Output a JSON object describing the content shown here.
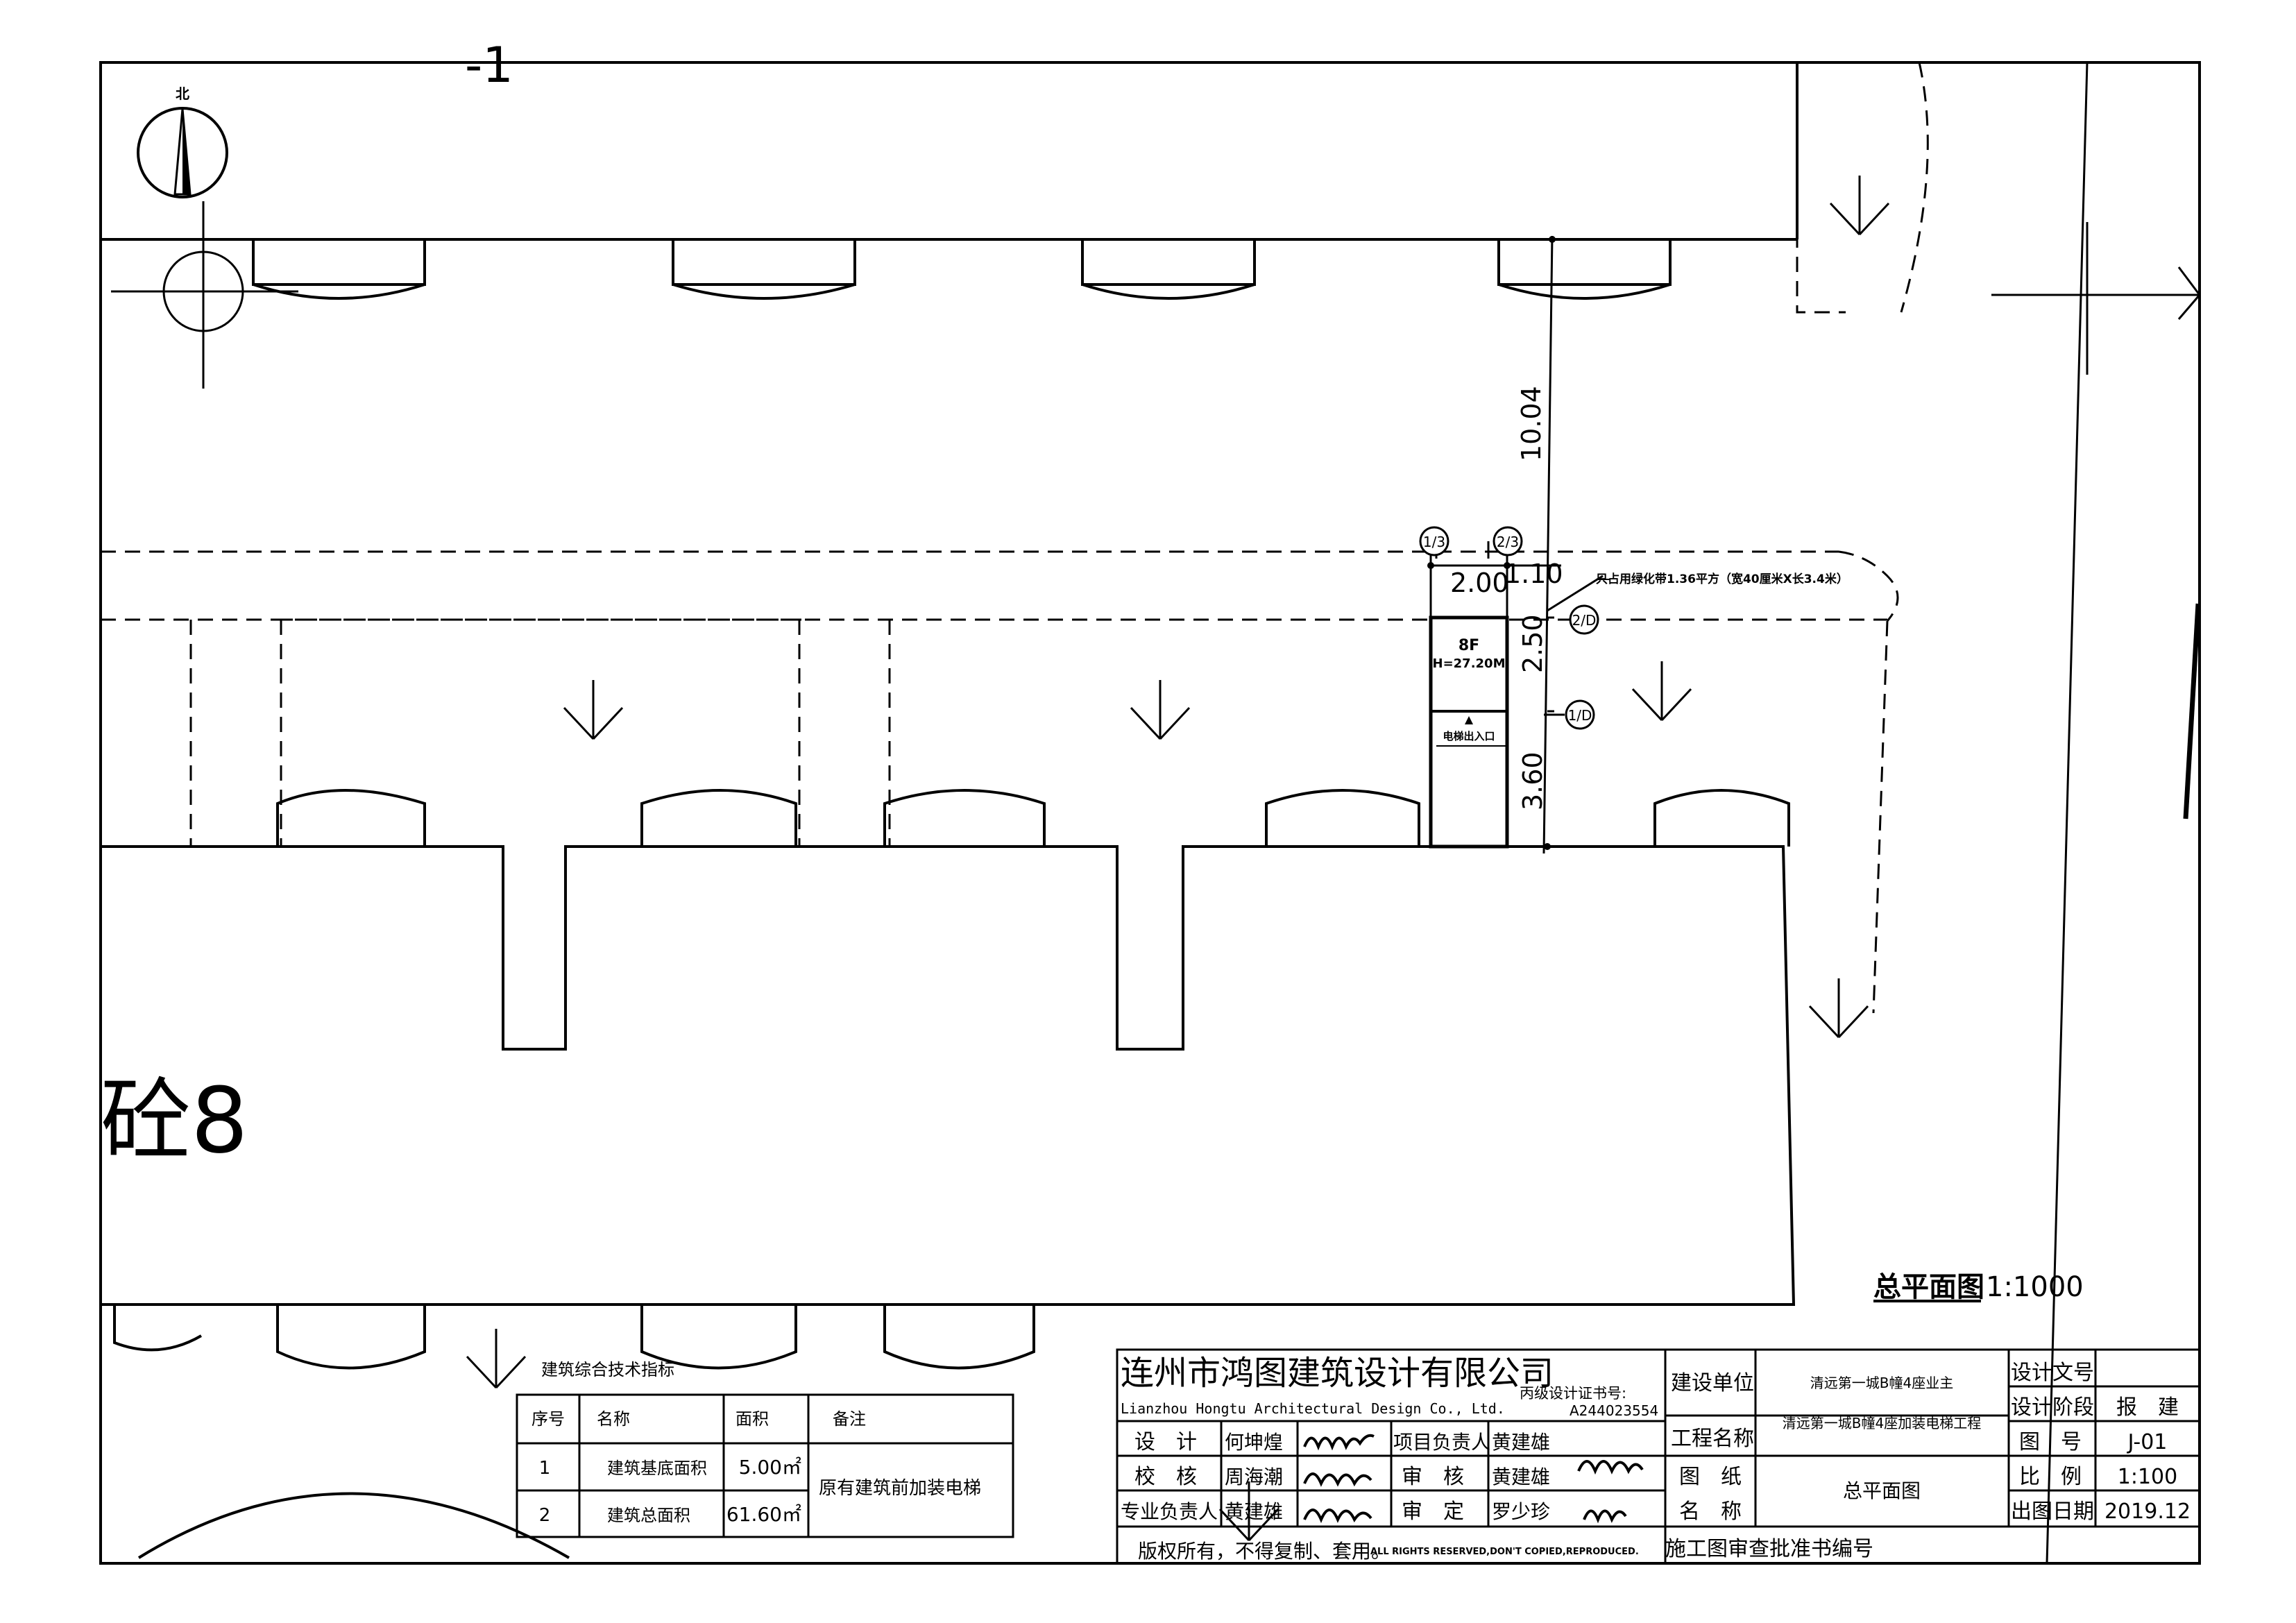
{
  "north_label": "北",
  "dims": {
    "d1004": "10.04",
    "d200": "2.00",
    "d110": "1.10",
    "d250": "2.50",
    "d360": "3.60"
  },
  "axes": {
    "a13": "1/3",
    "a23": "2/3",
    "a2d": "2/D",
    "a1d": "1/D"
  },
  "note": "只占用绿化带1.36平方（宽40厘米X长3.4米）",
  "building": {
    "floors": "8F",
    "height": "H=27.20M",
    "entrance": "电梯出入口"
  },
  "block_label": "砼8",
  "plan_title": "总平面图",
  "plan_scale": "1:1000",
  "indicator_table": {
    "title": "建筑综合技术指标",
    "headers": [
      "序号",
      "名称",
      "面积",
      "备注"
    ],
    "rows": [
      {
        "no": "1",
        "name": "建筑基底面积",
        "area": "5.00㎡"
      },
      {
        "no": "2",
        "name": "建筑总面积",
        "area": "61.60㎡"
      }
    ],
    "remark": "原有建筑前加装电梯"
  },
  "title_block": {
    "company": "连州市鸿图建筑设计有限公司",
    "company_en": "Lianzhou Hongtu Architectural Design Co., Ltd.",
    "cert_label": "丙级设计证书号:",
    "cert_no": "A244023554",
    "labels": {
      "design": "设　计",
      "check": "校　核",
      "specialist": "专业负责人",
      "project_lead": "项目负责人",
      "review": "审　核",
      "approve": "审　定",
      "client": "建设单位",
      "project": "工程名称",
      "drawing1": "图　纸",
      "drawing2": "名　称",
      "doc_no": "设计文号",
      "stage": "设计阶段",
      "sheet": "图　号",
      "scale": "比　例",
      "date": "出图日期",
      "approval_no": "施工图审查批准书编号"
    },
    "people": {
      "designer": "何坤煌",
      "checker": "周海潮",
      "specialist": "黄建雄",
      "project_lead": "黄建雄",
      "reviewer": "黄建雄",
      "approver": "罗少珍"
    },
    "values": {
      "client": "清远第一城B幢4座业主",
      "project": "清远第一城B幢4座加装电梯工程",
      "drawing": "总平面图",
      "doc_no": "",
      "stage": "报　建",
      "sheet": "J-01",
      "scale": "1:100",
      "date": "2019.12"
    },
    "copyright": "版权所有，不得复制、套用。",
    "copyright_en": "ALL RIGHTS RESERVED,DON'T COPIED,REPRODUCED."
  }
}
